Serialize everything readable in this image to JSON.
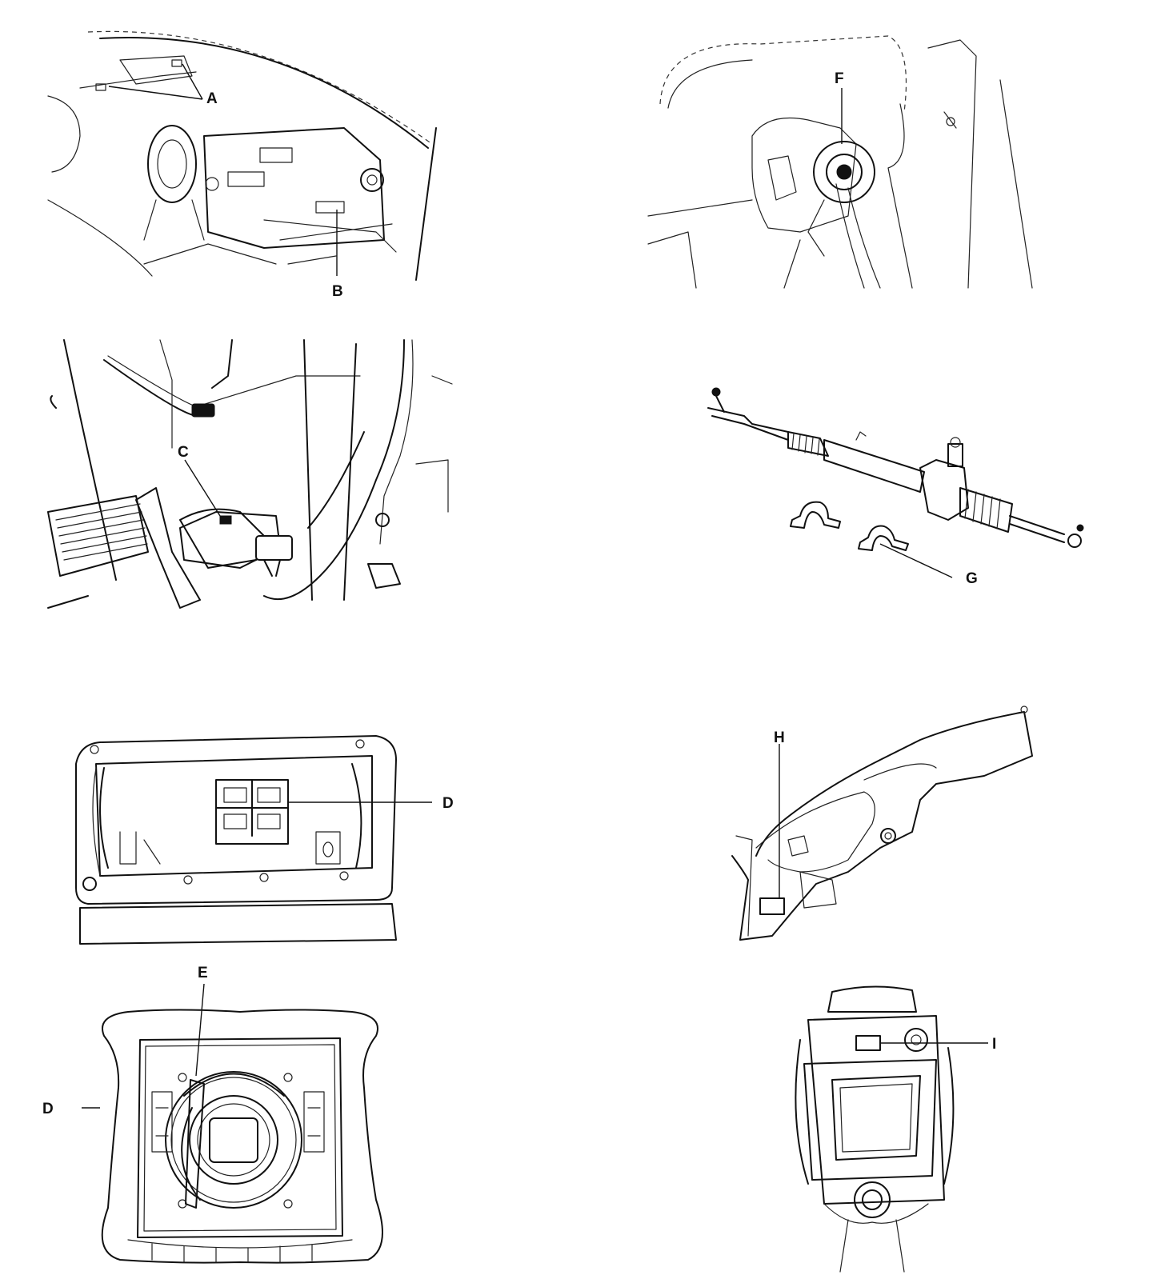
{
  "labels": {
    "A": "A",
    "B": "B",
    "C": "C",
    "D_airbag_module": "D",
    "D_steering_pad": "D",
    "E": "E",
    "F": "F",
    "G": "G",
    "H": "H",
    "I": "I"
  }
}
